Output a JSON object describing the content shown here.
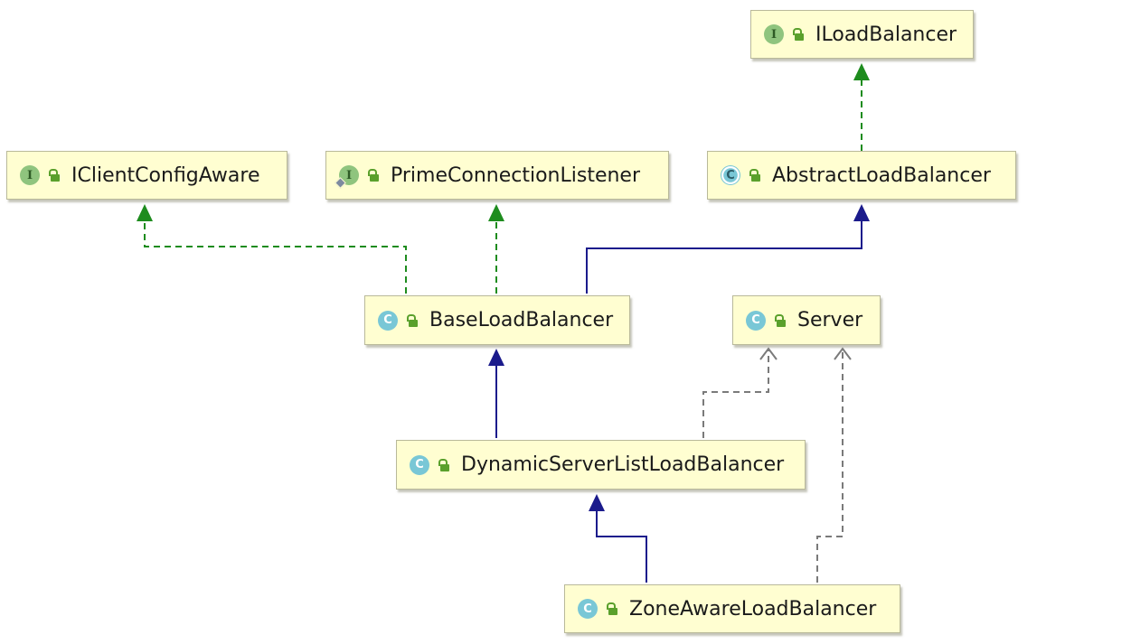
{
  "nodes": {
    "iloadbalancer": {
      "kind": "I",
      "name": "ILoadBalancer"
    },
    "iclientconfigaware": {
      "kind": "I",
      "name": "IClientConfigAware"
    },
    "primeconnectionlistener": {
      "kind": "I",
      "name": "PrimeConnectionListener"
    },
    "abstractloadbalancer": {
      "kind": "C",
      "name": "AbstractLoadBalancer"
    },
    "baseloadbalancer": {
      "kind": "C",
      "name": "BaseLoadBalancer"
    },
    "server": {
      "kind": "C",
      "name": "Server"
    },
    "dynamicserverlistloadbalancer": {
      "kind": "C",
      "name": "DynamicServerListLoadBalancer"
    },
    "zoneawareloadbalancer": {
      "kind": "C",
      "name": "ZoneAwareLoadBalancer"
    }
  },
  "colors": {
    "implements": "#1e8c1e",
    "extends": "#1b1b8c",
    "depends": "#7a7a7a"
  }
}
